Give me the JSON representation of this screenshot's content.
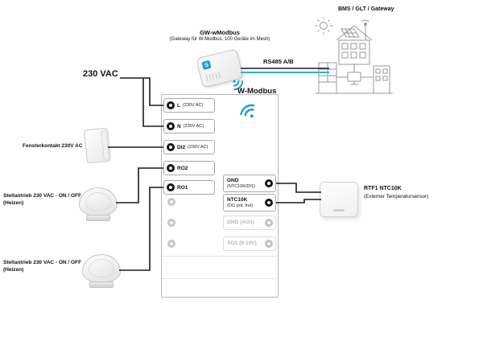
{
  "colors": {
    "wifi_blue": "#1d9ad6",
    "rs485_line_a": "#1a1a1a",
    "rs485_line_b": "#2ab5c9"
  },
  "gateway": {
    "title": "GW-wModbus",
    "subtitle": "(Gateway für W-Modbus, 100 Geräte im Mesh)",
    "logo": "S"
  },
  "bms": {
    "label": "BMS / GLT / Gateway"
  },
  "rs485": {
    "label": "RS485 A/B"
  },
  "power": {
    "label": "230 VAC"
  },
  "wmodbus": {
    "label": "W-Modbus"
  },
  "terminal_block": {
    "left": [
      {
        "name": "L",
        "spec": "(230V AC)"
      },
      {
        "name": "N",
        "spec": "(230V AC)"
      },
      {
        "name": "DI2",
        "spec": "(230V AC)"
      },
      {
        "name": "RO2",
        "spec": ""
      },
      {
        "name": "RO1",
        "spec": ""
      }
    ],
    "right": [
      {
        "name": "GND",
        "spec": "(NTC10K/DI1)"
      },
      {
        "name": "NTC10K",
        "spec": "(DI1 pot. frei)"
      },
      {
        "name": "GND (AO1)",
        "spec": ""
      },
      {
        "name": "AO1 (0-10V)",
        "spec": ""
      }
    ]
  },
  "devices": {
    "window_contact": {
      "label": "Fensterkontakt 230V AC"
    },
    "actuator1": {
      "label": "Stellantrieb 230 VAC - ON / OFF",
      "sublabel": "(Heizen)"
    },
    "actuator2": {
      "label": "Stellantrieb 230 VAC - ON / OFF",
      "sublabel": "(Heizen)"
    },
    "temp_sensor": {
      "label": "RTF1 NTC10K",
      "sublabel": "(Externer Temperatursensor)"
    }
  }
}
